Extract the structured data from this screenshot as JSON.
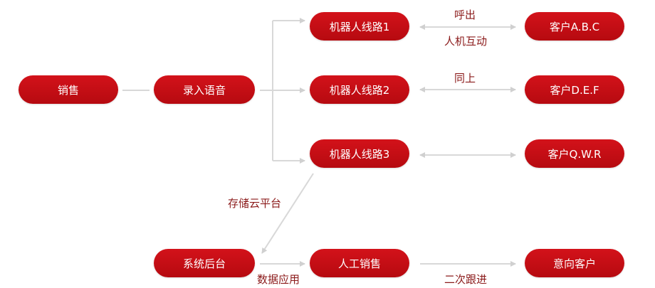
{
  "colors": {
    "node_fill": "#c70d14",
    "node_text": "#ffffff",
    "edge": "#d8d8d8",
    "edge_label": "#8b1a1a"
  },
  "nodes": {
    "sales": "销售",
    "record_voice": "录入语音",
    "robot_line_1": "机器人线路1",
    "robot_line_2": "机器人线路2",
    "robot_line_3": "机器人线路3",
    "customer_abc": "客户A.B.C",
    "customer_def": "客户D.E.F",
    "customer_qwr": "客户Q.W.R",
    "system_backend": "系统后台",
    "manual_sales": "人工销售",
    "intent_customer": "意向客户"
  },
  "edge_labels": {
    "call_out": "呼出",
    "human_machine_interaction": "人机互动",
    "same_above": "同上",
    "cloud_storage": "存储云平台",
    "data_application": "数据应用",
    "secondary_follow_up": "二次跟进"
  }
}
